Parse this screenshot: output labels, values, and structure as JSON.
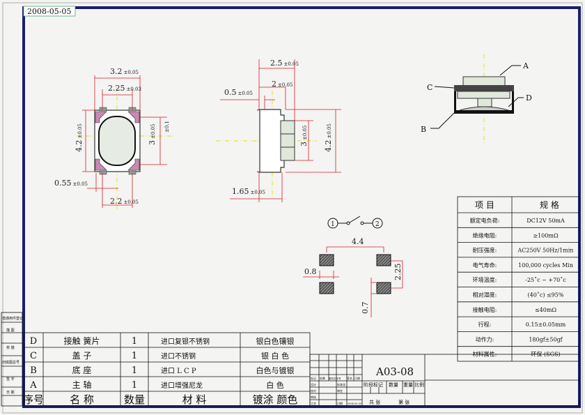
{
  "date_tag": "2008-05-05",
  "sidebar_labels": [
    "借通用件登记",
    "描 图",
    "校 描",
    "旧底图总号",
    "签 字",
    "日 期"
  ],
  "top_view": {
    "width": "3.2",
    "width_tol": "±0.05",
    "inner": "2.25",
    "inner_tol": "±0.03",
    "height": "4.2",
    "height_tol": "±0.05",
    "button": "3",
    "button_tol": "±0.05",
    "button_tol2": "±0.1",
    "pad": "0.55",
    "pad_tol": "±0.05",
    "pad_span": "2.2",
    "pad_span_tol": "±0.05"
  },
  "side_view": {
    "depth": "2.5",
    "depth_tol": "±0.05",
    "body": "2",
    "body_tol": "±0.05",
    "lead": "0.5",
    "lead_tol": "±0.05",
    "button": "3",
    "button_tol": "±0.05",
    "height": "4.2",
    "height_tol": "±0.05",
    "offset": "1.65",
    "offset_tol": "±0.05"
  },
  "section_view": {
    "labels": [
      "A",
      "B",
      "C",
      "D"
    ]
  },
  "schematic": {
    "pin1": "1",
    "pin2": "2"
  },
  "footprint": {
    "span": "4.4",
    "pad_w": "0.8",
    "pitch": "2.25",
    "pad_h": "0.7"
  },
  "spec_table": {
    "headers": [
      "项 目",
      "规 格"
    ],
    "rows": [
      [
        "额定电负荷:",
        "DC12V 50mA"
      ],
      [
        "绝缘电阻:",
        "≥100mΩ"
      ],
      [
        "耐压强度:",
        "AC250V  50Hz/1min"
      ],
      [
        "电气寿命:",
        "100,000 cycles Min"
      ],
      [
        "环境温度:",
        "-25˚c ~ +70˚c"
      ],
      [
        "相对湿度:",
        "(40˚c) ≤95%"
      ],
      [
        "接触电阻:",
        "≤40mΩ"
      ],
      [
        "行程:",
        "0.15±0.05mm"
      ],
      [
        "动作力:",
        "180gf±50gf"
      ],
      [
        "材料属性:",
        "环保 (SGS)"
      ]
    ]
  },
  "parts_table": {
    "headers": [
      "序号",
      "名    称",
      "数量",
      "材    料",
      "镀涂  颜色"
    ],
    "rows": [
      [
        "D",
        "接触 簧片",
        "1",
        "进口复银不锈钢",
        "银白色镶银"
      ],
      [
        "C",
        "盖        子",
        "1",
        "进口不锈钢",
        "银 白 色"
      ],
      [
        "B",
        "底        座",
        "1",
        "进口 L C P",
        "白色与镀银"
      ],
      [
        "A",
        "主        轴",
        "1",
        "进口增强尼龙",
        "白    色"
      ]
    ]
  },
  "title_block": {
    "drawing_no": "A03-08",
    "labels": [
      "标记",
      "处数",
      "更改文件号",
      "签名",
      "日期",
      "设计",
      "标准化",
      "校对",
      "审定",
      "审核",
      "工艺",
      "日期"
    ],
    "stage_headers": [
      "阶段标记",
      "数量",
      "重量",
      "比例"
    ],
    "date": "2008.05.05",
    "sheets": "共   张",
    "sheet": "第   张"
  },
  "colors": {
    "frame": "#1a1f6e",
    "dimension": "#d0202a",
    "centerline": "#e6e000",
    "pad": "#c88ab0"
  }
}
